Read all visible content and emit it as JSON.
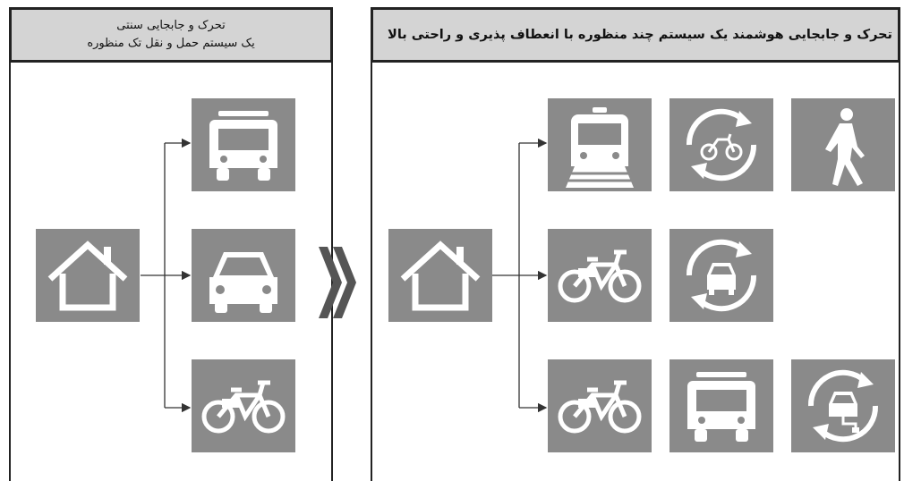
{
  "left_panel": {
    "title_line1": "تحرک و جابجایی سنتی",
    "title_line2": "یک سیستم حمل و نقل تک منظوره",
    "origin_icon": "house-icon",
    "modes": [
      "bus-icon",
      "car-icon",
      "bicycle-icon"
    ]
  },
  "right_panel": {
    "title_line1": "تحرک و جابجایی هوشمند یک سیستم چند منظوره  با انعطاف پذیری و راحتی بالا",
    "origin_icon": "house-icon",
    "rows": [
      [
        "train-icon",
        "bike-sharing-icon",
        "walking-icon"
      ],
      [
        "bicycle-icon",
        "car-sharing-icon"
      ],
      [
        "bicycle-icon",
        "bus-icon",
        "electric-car-sharing-icon"
      ]
    ]
  },
  "transition_icon": "double-chevron-right-icon",
  "colors": {
    "tile": "#8a8a8a",
    "header": "#d4d4d4",
    "line": "#333333",
    "chevron": "#555555"
  }
}
